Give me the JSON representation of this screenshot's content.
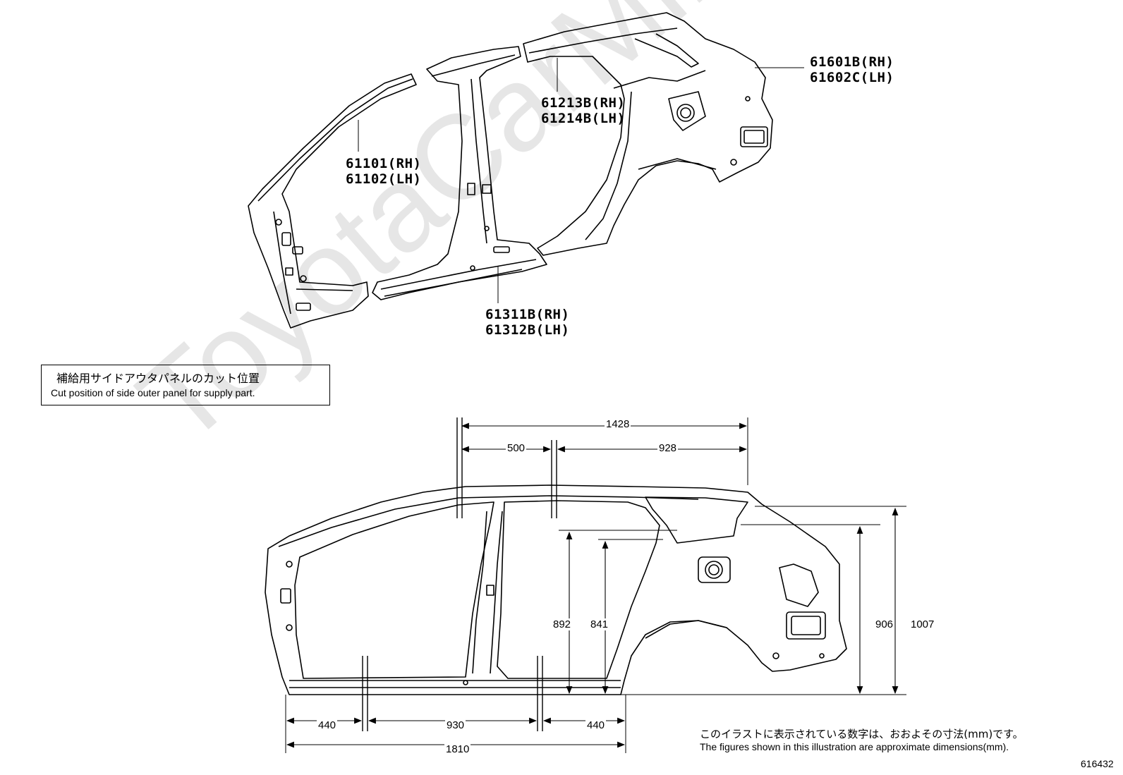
{
  "watermark": "ToyotaCarMine.ru",
  "part_labels": {
    "front_pillar": {
      "rh": "61101(RH)",
      "lh": "61102(LH)"
    },
    "roof_side_rail": {
      "rh": "61213B(RH)",
      "lh": "61214B(LH)"
    },
    "quarter_panel": {
      "rh": "61601B(RH)",
      "lh": "61602C(LH)"
    },
    "rocker_panel": {
      "rh": "61311B(RH)",
      "lh": "61312B(LH)"
    }
  },
  "note": {
    "jp": "補給用サイドアウタパネルのカット位置",
    "en": "Cut position of side outer panel for supply part."
  },
  "dimensions": {
    "roof_total": "1428",
    "roof_front": "500",
    "roof_rear": "928",
    "height_892": "892",
    "height_841": "841",
    "height_906": "906",
    "height_1007": "1007",
    "sill_front": "440",
    "sill_mid": "930",
    "sill_rear": "440",
    "sill_total": "1810"
  },
  "footnote": {
    "jp": "このイラストに表示されている数字は、おおよその寸法(mm)です。",
    "en": "The figures shown in this illustration are approximate dimensions(mm)."
  },
  "illustration_code": "616432"
}
